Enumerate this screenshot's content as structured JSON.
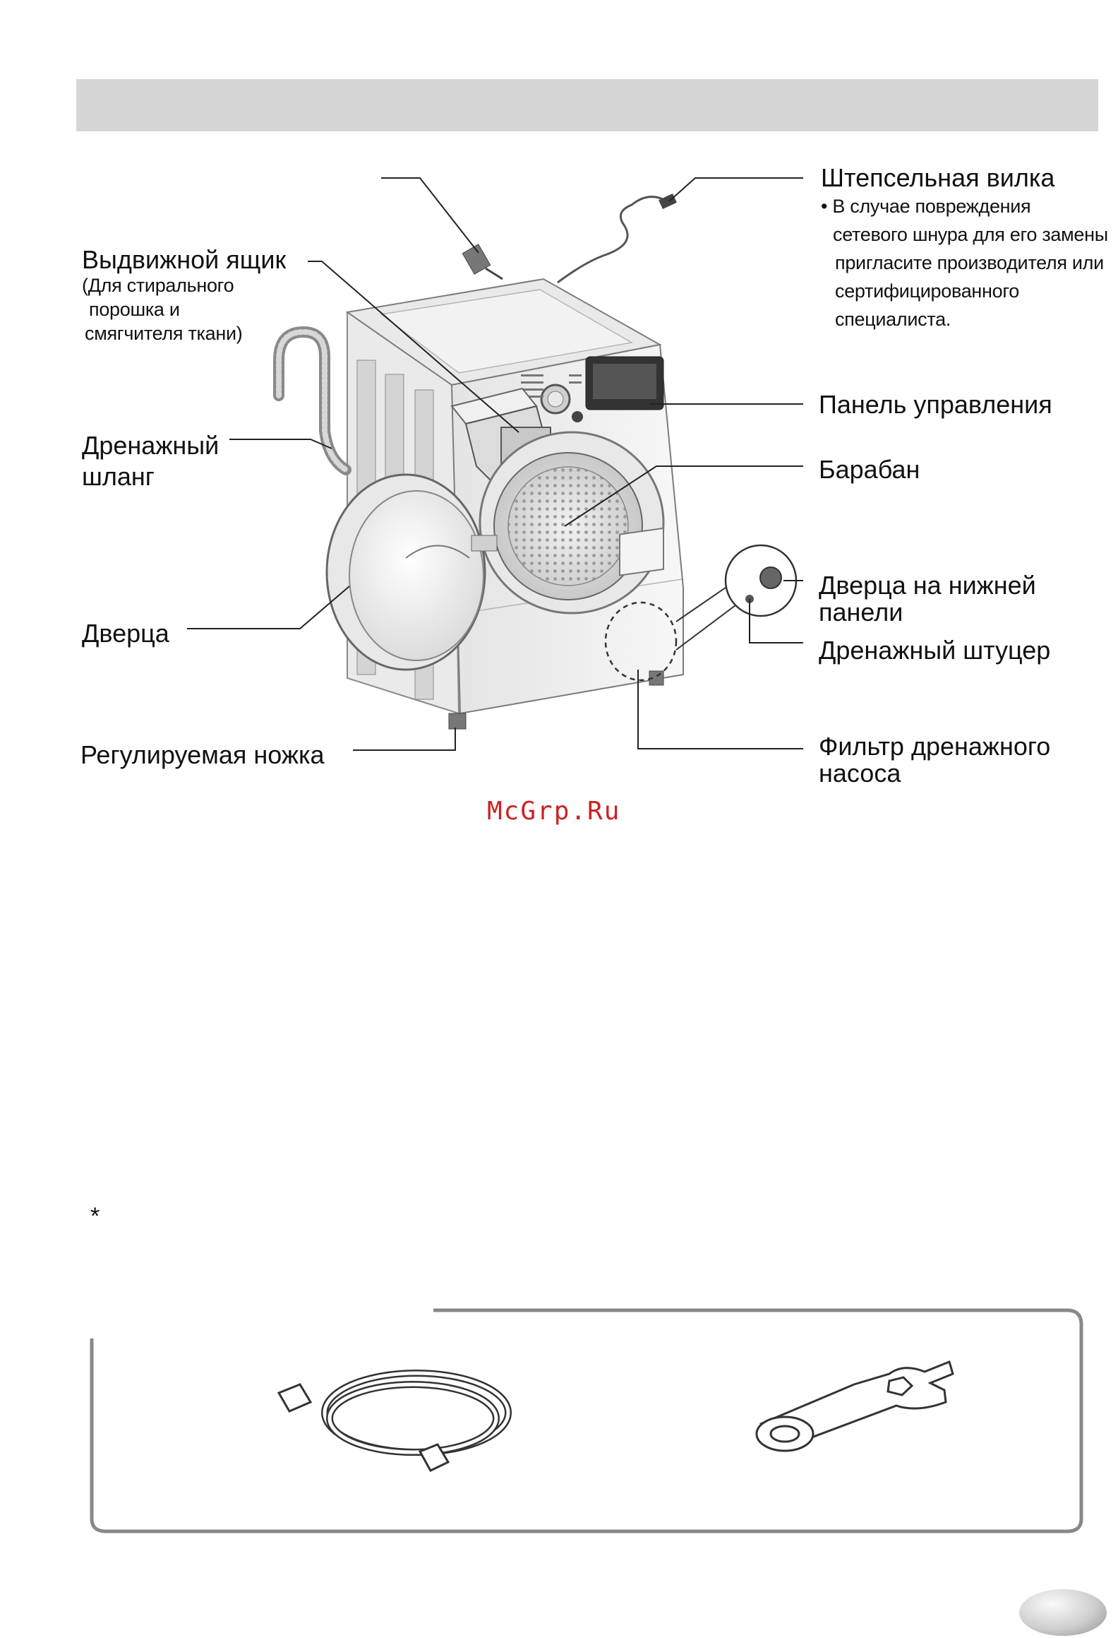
{
  "header": {
    "color": "#d6d6d6"
  },
  "labels": {
    "plug_title": "Штепсельная вилка",
    "plug_note": [
      "• В случае повреждения",
      "сетевого шнура для его замены",
      "пригласите производителя или",
      "сертифицированного",
      "специалиста."
    ],
    "drawer_title": "Выдвижной ящик",
    "drawer_note": [
      "(Для стирального",
      "порошка и",
      "смягчителя ткани)"
    ],
    "control_panel": "Панель управления",
    "drain_hose_line1": "Дренажный",
    "drain_hose_line2": "шланг",
    "drum": "Барабан",
    "lower_door_line1": "Дверца на нижней",
    "lower_door_line2": "панели",
    "drain_plug": "Дренажный штуцер",
    "door": "Дверца",
    "pump_filter_line1": "Фильтр дренажного",
    "pump_filter_line2": "насоса",
    "adjustable_foot": "Регулируемая ножка"
  },
  "watermark": "McGrp.Ru",
  "asterisk": "*",
  "accessories": {
    "items": [
      "inlet-hose",
      "spanner-wrench"
    ]
  }
}
